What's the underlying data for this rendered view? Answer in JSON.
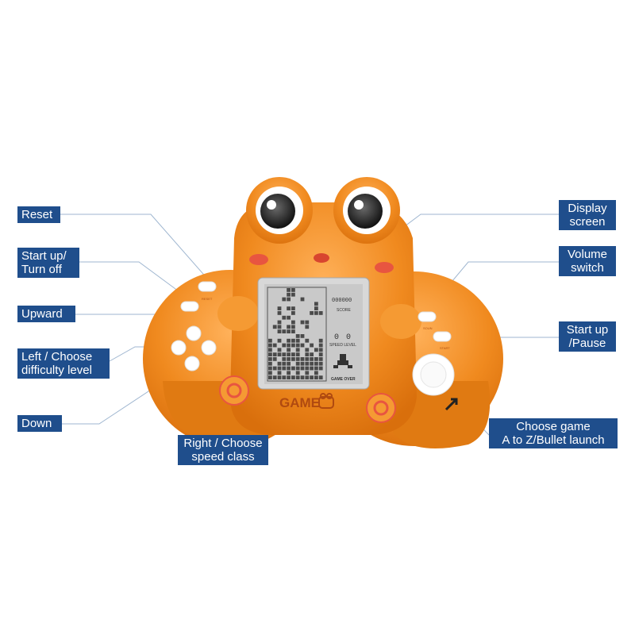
{
  "callouts": {
    "reset": "Reset",
    "start_up_line1": "Start up/",
    "start_up_line2": "Turn off",
    "upward": "Upward",
    "left_line1": "Left / Choose",
    "left_line2": "difficulty level",
    "down": "Down",
    "right_line1": "Right / Choose",
    "right_line2": "speed class",
    "display_line1": "Display",
    "display_line2": "screen",
    "volume_line1": "Volume",
    "volume_line2": "switch",
    "startpause_line1": "Start up",
    "startpause_line2": "/Pause",
    "choose_line1": "Choose game",
    "choose_line2": "A to Z/Bullet launch"
  },
  "device": {
    "brand": "GAME",
    "screen": {
      "score_label": "SCORE",
      "score_digits": "000000",
      "speed_level_label": "SPEED LEVEL",
      "game_over_label": "GAME OVER",
      "speed_value": "0",
      "level_value": "0"
    },
    "button_labels": {
      "left_top": "RESET",
      "right_top": "SOUN",
      "right_mid": "START"
    }
  },
  "colors": {
    "body_orange": "#f08a1f",
    "callout_blue": "#1f4e8c",
    "screen_gray": "#c9c9c9"
  }
}
